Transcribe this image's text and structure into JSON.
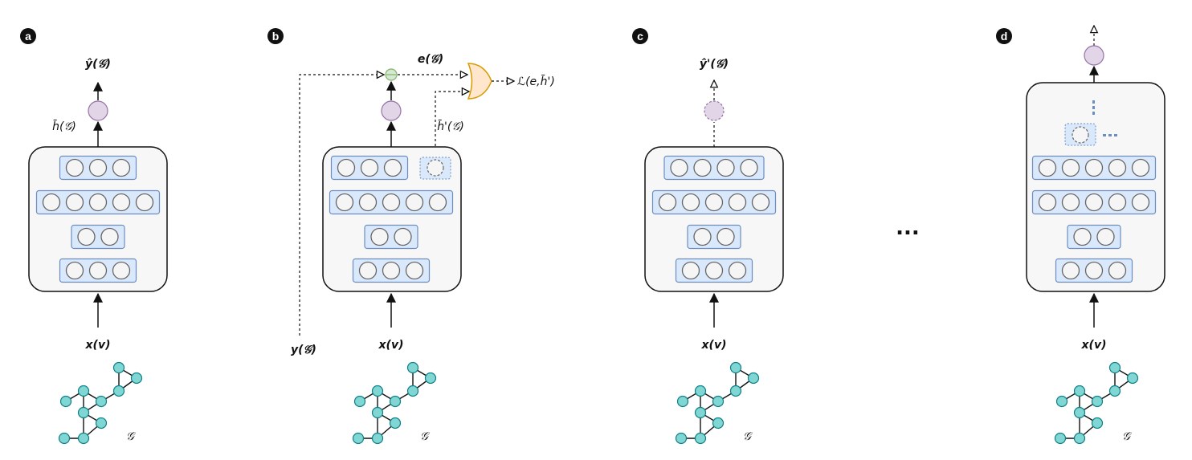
{
  "colors": {
    "panel_fill": "#f7f7f7",
    "layer_fill": "#dae8fc",
    "layer_stroke": "#6c8ebf",
    "neuron_fill": "#f5f5f5",
    "neuron_stroke": "#666666",
    "output_fill": "#e1d5e7",
    "output_stroke": "#9673a6",
    "diff_fill": "#d5e8d4",
    "diff_stroke": "#82b366",
    "gate_fill": "#ffe6cc",
    "gate_stroke": "#d79b00",
    "graph_node_fill": "#7fd6d2",
    "graph_node_stroke": "#0e8088"
  },
  "panels": [
    {
      "badge": "a",
      "output_label": "ŷ(𝒢)",
      "hidden_label": "h̄(𝒢)",
      "input_label": "x(v)",
      "graph_label": "𝒢",
      "layers": [
        3,
        5,
        2,
        3
      ]
    },
    {
      "badge": "b",
      "error_label": "e(𝒢)",
      "loss_label": "ℒ(e,h̄')",
      "hidden_label": "h̄'(𝒢)",
      "target_label": "y(𝒢)",
      "input_label": "x(v)",
      "graph_label": "𝒢",
      "layers": [
        3,
        5,
        2,
        3
      ]
    },
    {
      "badge": "c",
      "output_label": "ŷ'(𝒢)",
      "input_label": "x(v)",
      "graph_label": "𝒢",
      "layers": [
        4,
        5,
        2,
        3
      ]
    },
    {
      "badge": "d",
      "input_label": "x(v)",
      "graph_label": "𝒢",
      "layers": [
        5,
        5,
        2,
        3
      ]
    }
  ],
  "ellipsis": "..."
}
